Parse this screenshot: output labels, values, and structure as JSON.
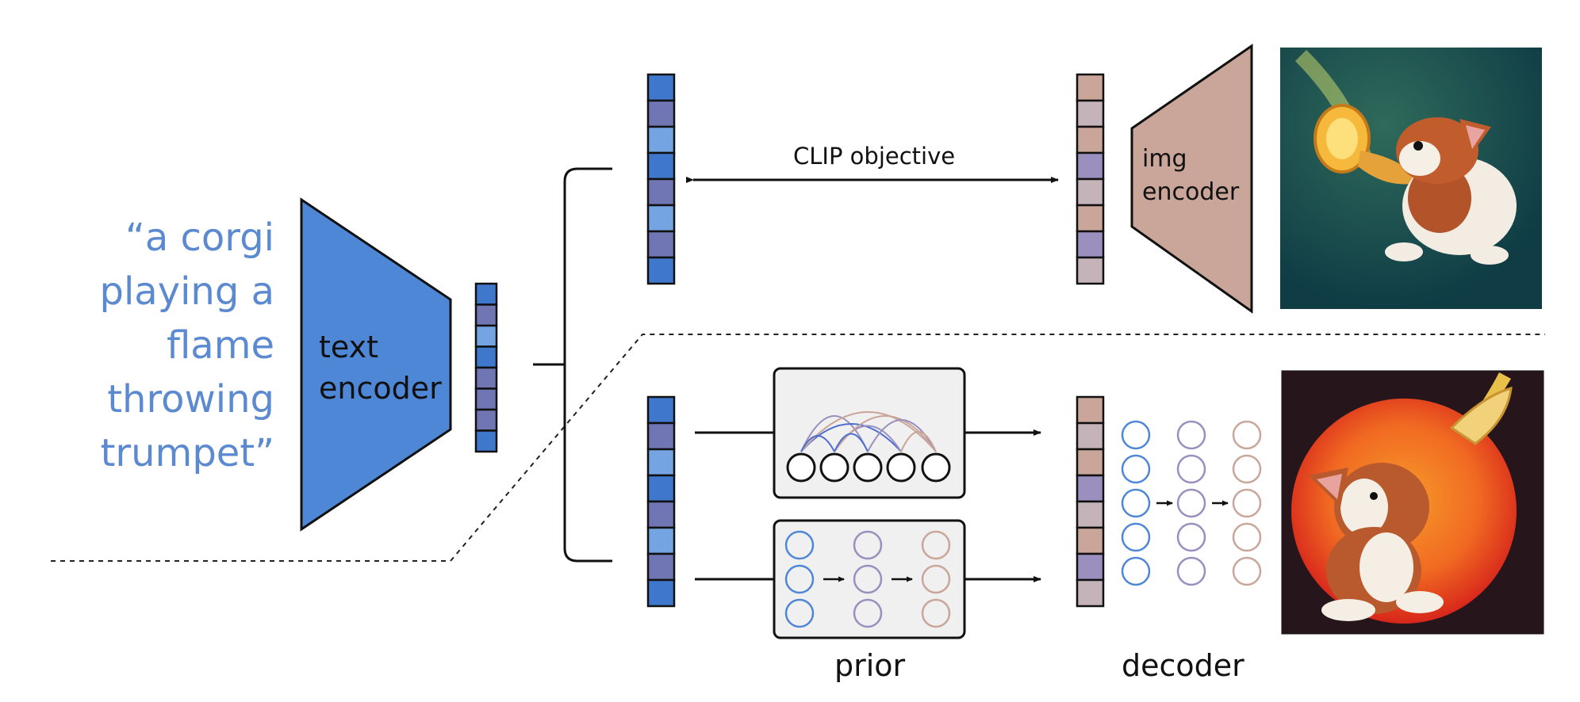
{
  "caption_lines": [
    "“a corgi",
    "playing a",
    "flame",
    "throwing",
    "trumpet”"
  ],
  "labels": {
    "text_encoder": [
      "text",
      "encoder"
    ],
    "img_encoder": [
      "img",
      "encoder"
    ],
    "clip_objective": "CLIP objective",
    "prior": "prior",
    "decoder": "decoder"
  },
  "colors": {
    "caption": "#5b8ad1",
    "text_encoder_fill": "#4f87d7",
    "img_encoder_fill": "#c9a699",
    "blue_circle": "#4f87d7",
    "purple_circle": "#9a8fbf",
    "tan_circle": "#c9a699"
  },
  "embeddings": {
    "text_embedding": [
      "#3f77cc",
      "#6f76b3",
      "#75a4e3",
      "#3f77cc",
      "#6f76b3",
      "#6f76b3",
      "#6f76b3",
      "#3f77cc"
    ],
    "clip_text_embedding": [
      "#3f77cc",
      "#6f76b3",
      "#75a4e3",
      "#3f77cc",
      "#6f76b3",
      "#75a4e3",
      "#6f76b3",
      "#3f77cc"
    ],
    "clip_image_embedding": [
      "#c9a699",
      "#c4b3b8",
      "#c9a699",
      "#9a8fbf",
      "#c4b3b8",
      "#c9a699",
      "#9a8fbf",
      "#c4b3b8"
    ],
    "prior_input_embedding": [
      "#3f77cc",
      "#6f76b3",
      "#75a4e3",
      "#3f77cc",
      "#6f76b3",
      "#75a4e3",
      "#6f76b3",
      "#3f77cc"
    ],
    "decoder_input_embedding": [
      "#c9a699",
      "#c4b3b8",
      "#c9a699",
      "#9a8fbf",
      "#c4b3b8",
      "#c9a699",
      "#9a8fbf",
      "#c4b3b8"
    ]
  },
  "images": [
    "corgi-trumpet-illustration-top",
    "corgi-trumpet-illustration-bottom"
  ]
}
